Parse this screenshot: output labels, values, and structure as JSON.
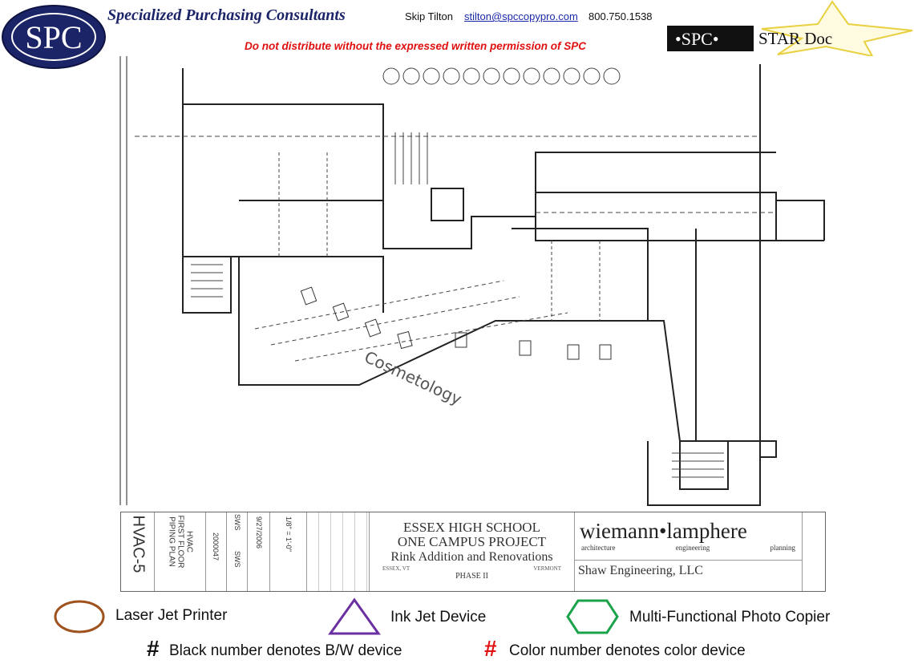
{
  "header": {
    "logo_text": "SPC",
    "company": "Specialized Purchasing Consultants",
    "contact_name": "Skip Tilton",
    "contact_email": "stilton@spccopypro.com",
    "contact_phone": "800.750.1538",
    "notice": "Do not distribute without the expressed written permission of SPC",
    "star_logo": {
      "left": "•SPC•",
      "right": "STAR Doc"
    }
  },
  "plan": {
    "annotation": "Cosmetology"
  },
  "title_block": {
    "sheet_number": "HVAC-5",
    "sheet_title": [
      "HVAC",
      "FIRST FLOOR",
      "PIPING PLAN"
    ],
    "project_number": "2000047",
    "drawn_by": "SWS",
    "checked_by": "SWS",
    "date": "9/27/2006",
    "scale": "1/8\" = 1'-0\"",
    "project_line1": "ESSEX HIGH SCHOOL",
    "project_line2": "ONE CAMPUS PROJECT",
    "project_line3": "Rink Addition and Renovations",
    "city": "ESSEX, VT",
    "state": "VERMONT",
    "phase": "PHASE II",
    "architect": "wiemann•lamphere",
    "architect_services": [
      "architecture",
      "engineering",
      "planning"
    ],
    "engineer": "Shaw Engineering, LLC"
  },
  "legend": {
    "items": [
      {
        "shape": "circle",
        "label": "Laser Jet Printer",
        "color": "#a0521e"
      },
      {
        "shape": "triangle",
        "label": "Ink Jet Device",
        "color": "#6a2fa0"
      },
      {
        "shape": "hexagon",
        "label": "Multi-Functional Photo Copier",
        "color": "#1aa34a"
      }
    ],
    "bw_symbol": "#",
    "bw_label": "Black number denotes B/W device",
    "color_symbol": "#",
    "color_label": "Color number denotes color device",
    "bw_color": "#111111",
    "color_color": "#e01010"
  }
}
